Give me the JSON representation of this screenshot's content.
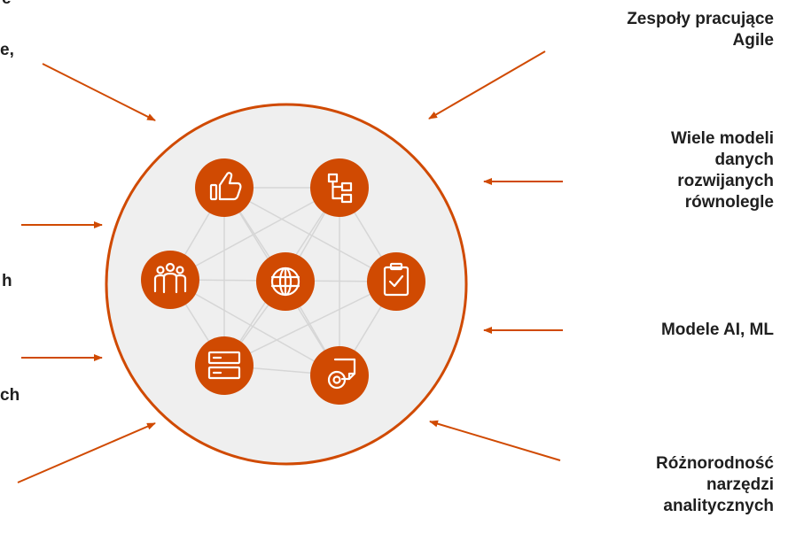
{
  "colors": {
    "accent": "#D04A02",
    "circle_fill": "#EFEFEF",
    "web_lines": "#D6D6D6",
    "text": "#1F1F1F"
  },
  "right_labels": [
    {
      "lines": [
        "Zespoły pracujące",
        "Agile"
      ]
    },
    {
      "lines": [
        "Wiele modeli",
        "danych",
        "rozwijanych",
        "równolegle"
      ]
    },
    {
      "lines": [
        "Modele AI, ML"
      ]
    },
    {
      "lines": [
        "Różnorodność",
        "narzędzi",
        "analitycznych"
      ]
    }
  ],
  "left_label_fragments": [
    {
      "text": "e"
    },
    {
      "text": "e,"
    },
    {
      "text": "h"
    },
    {
      "text": "ch"
    }
  ],
  "nodes": [
    {
      "icon": "thumbs-up-icon"
    },
    {
      "icon": "hierarchy-icon"
    },
    {
      "icon": "people-group-icon"
    },
    {
      "icon": "globe-icon"
    },
    {
      "icon": "clipboard-check-icon"
    },
    {
      "icon": "server-icon"
    },
    {
      "icon": "gear-document-icon"
    }
  ]
}
